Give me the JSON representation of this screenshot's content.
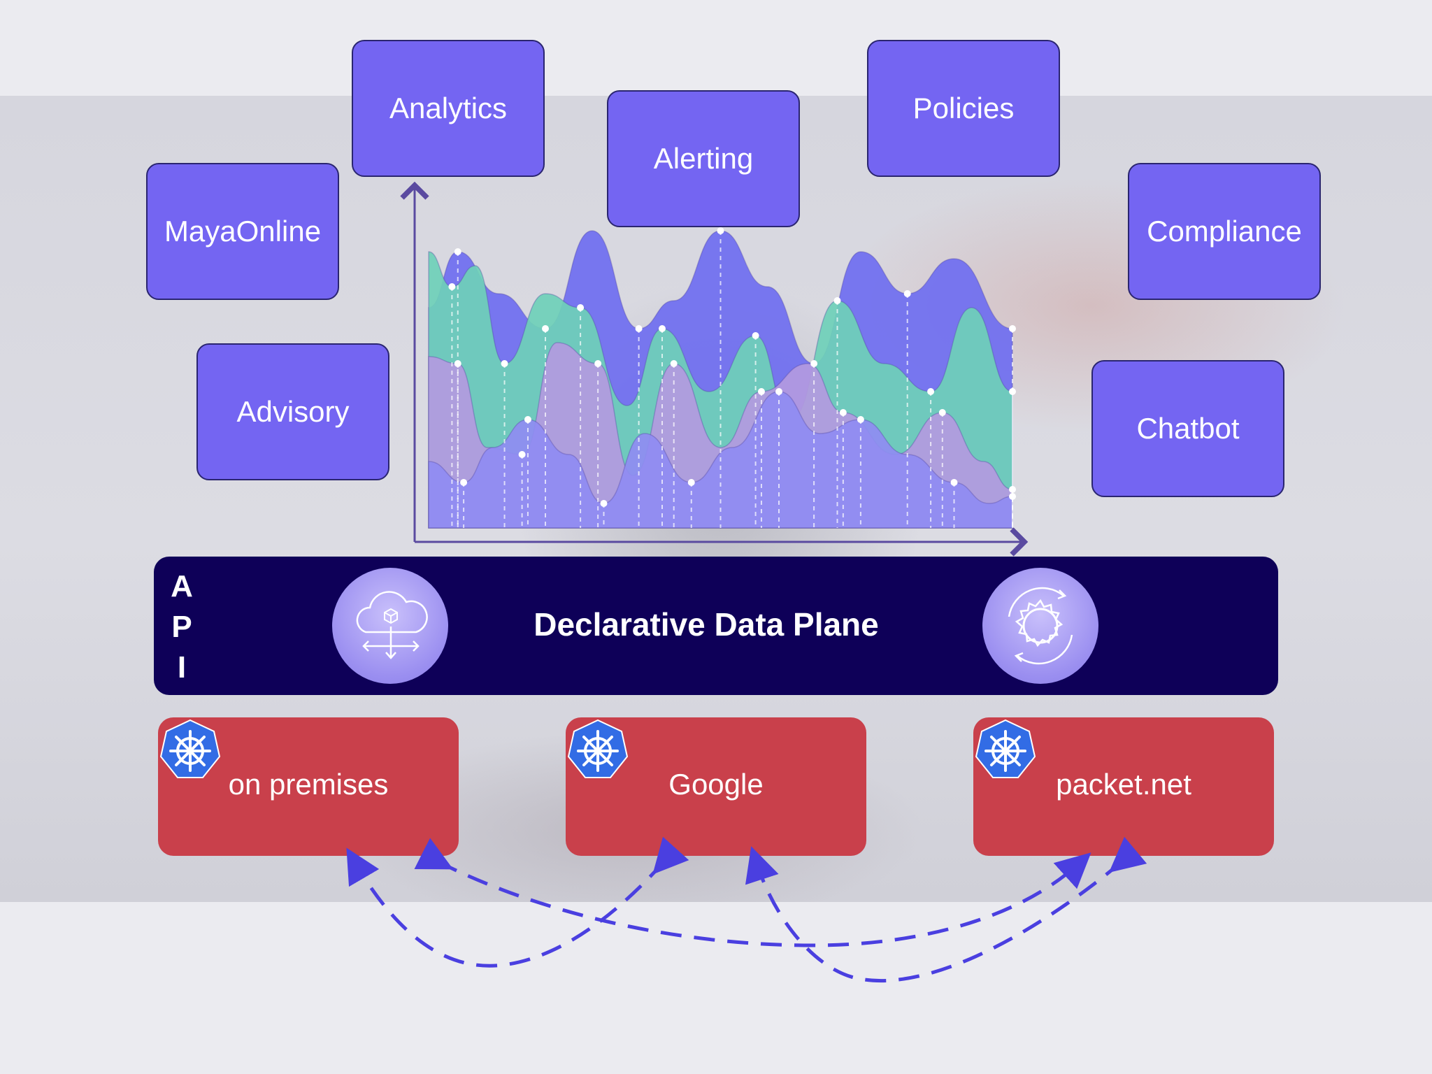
{
  "modules": [
    {
      "id": "analytics",
      "label": "Analytics"
    },
    {
      "id": "alerting",
      "label": "Alerting"
    },
    {
      "id": "policies",
      "label": "Policies"
    },
    {
      "id": "mayaonline",
      "label": "MayaOnline"
    },
    {
      "id": "compliance",
      "label": "Compliance"
    },
    {
      "id": "advisory",
      "label": "Advisory"
    },
    {
      "id": "chatbot",
      "label": "Chatbot"
    }
  ],
  "api": {
    "letters": [
      "A",
      "P",
      "I"
    ],
    "title": "Declarative Data Plane",
    "left_icon": "cloud-deploy-icon",
    "right_icon": "gear-cycle-icon"
  },
  "clusters": [
    {
      "label": "on premises",
      "icon": "kubernetes-icon"
    },
    {
      "label": "Google",
      "icon": "kubernetes-icon"
    },
    {
      "label": "packet.net",
      "icon": "kubernetes-icon"
    }
  ],
  "colors": {
    "module": "#7465f2",
    "api_bar": "#0e0058",
    "cluster": "#c9404b",
    "kubernetes": "#326ce5",
    "arrow": "#4a3fe0",
    "chart_axis": "#5a4aa0",
    "chart_fills": [
      "#6f6ef0",
      "#6fd0b8",
      "#b39ae0",
      "#8f8cf2"
    ]
  }
}
